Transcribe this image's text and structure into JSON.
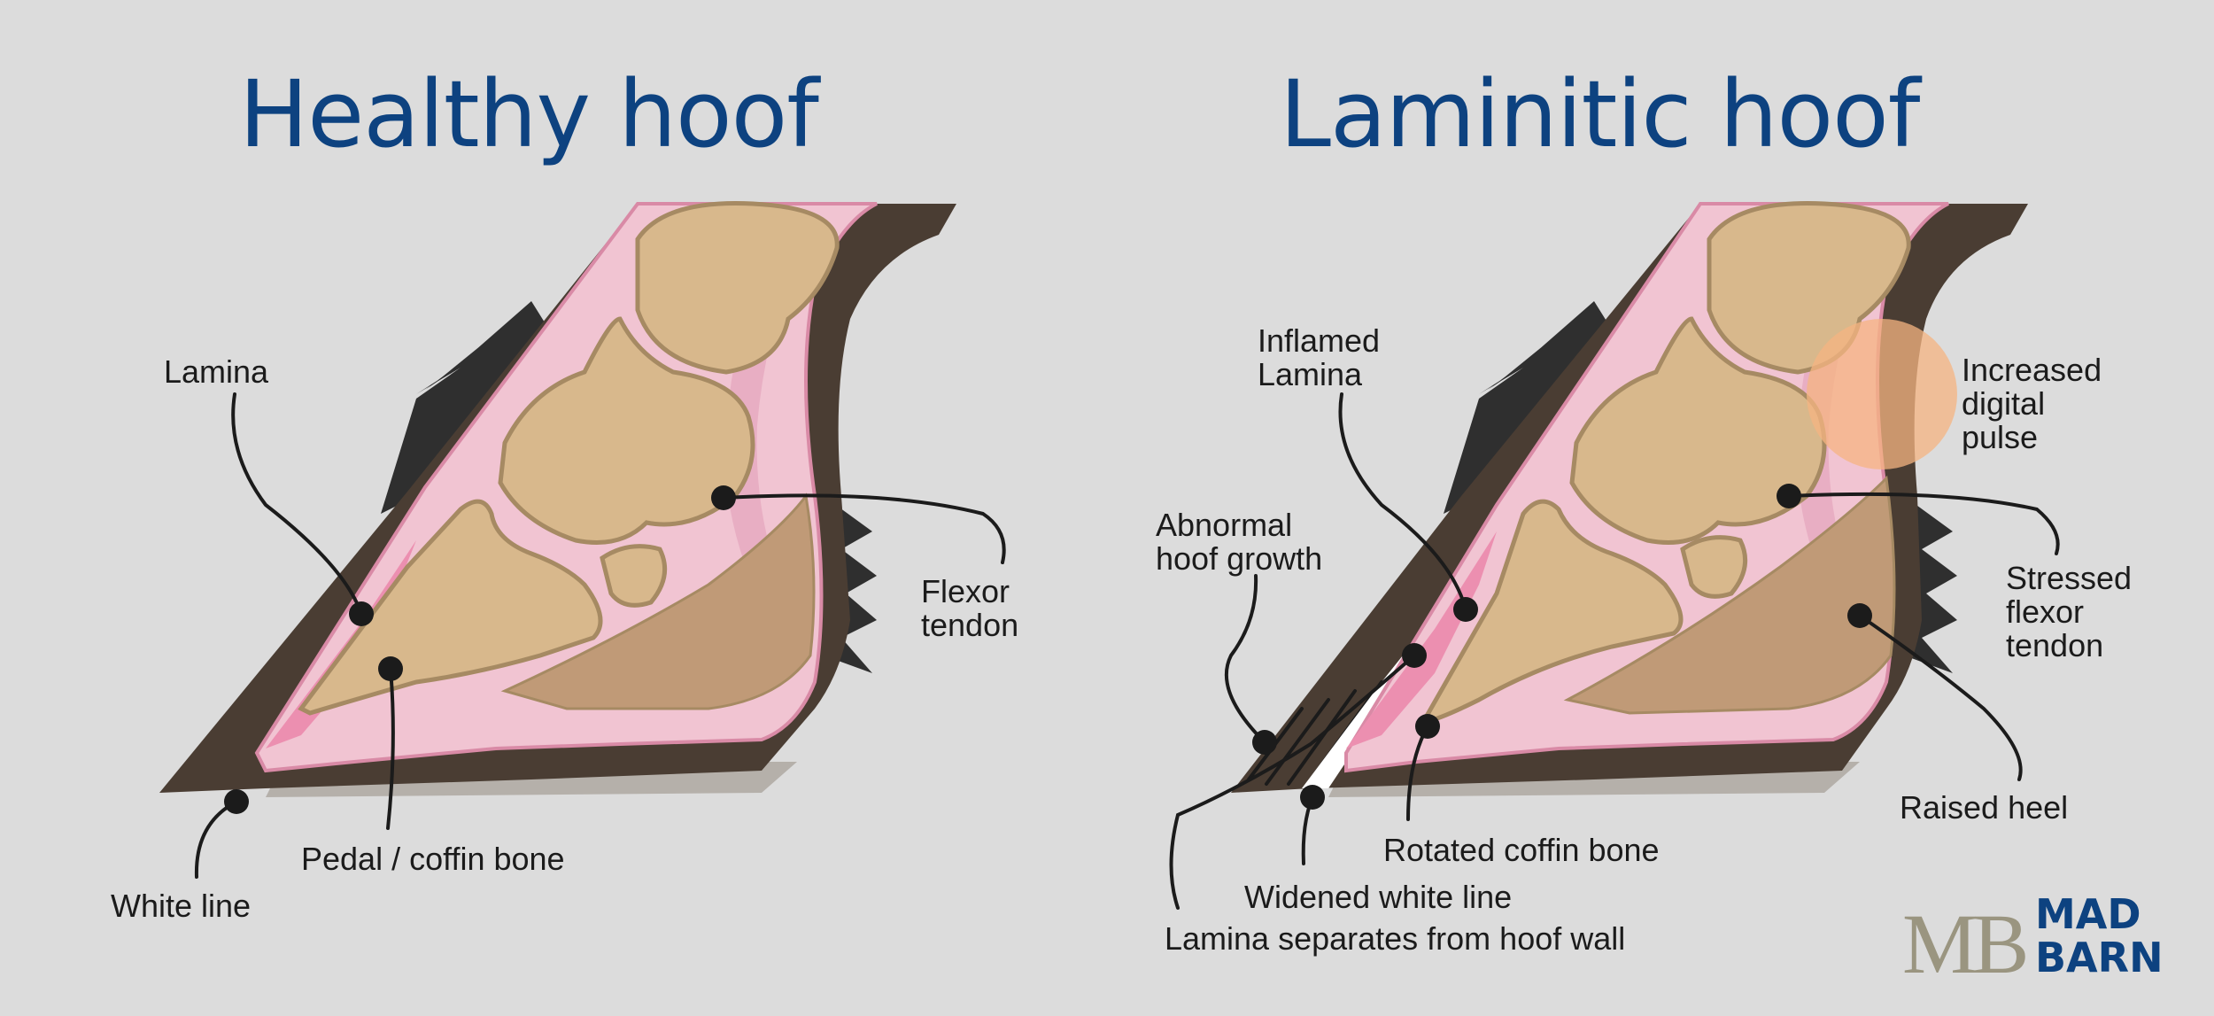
{
  "titles": {
    "healthy": "Healthy hoof",
    "laminitic": "Laminitic hoof"
  },
  "healthy_labels": {
    "lamina": "Lamina",
    "flexor_1": "Flexor",
    "flexor_2": "tendon",
    "pedal": "Pedal / coffin bone",
    "white_line": "White line"
  },
  "laminitic_labels": {
    "inflamed_1": "Inflamed",
    "inflamed_2": "Lamina",
    "abnormal_1": "Abnormal",
    "abnormal_2": "hoof growth",
    "pulse_1": "Increased",
    "pulse_2": "digital",
    "pulse_3": "pulse",
    "stressed_1": "Stressed",
    "stressed_2": "flexor",
    "stressed_3": "tendon",
    "raised_heel": "Raised heel",
    "rotated": "Rotated coffin bone",
    "widened": "Widened white line",
    "separates": "Lamina separates from hoof wall"
  },
  "brand": {
    "monogram": "MB",
    "line1": "MAD",
    "line2": "BARN"
  },
  "colors": {
    "title": "#0d4280",
    "hoof_wall": "#4a3d33",
    "skin_pink": "#f1c4d2",
    "lamina_pink": "#ec8fb0",
    "bone": "#d8b88c",
    "bone_outline": "#a68a63",
    "pulse": "#f5b482"
  }
}
